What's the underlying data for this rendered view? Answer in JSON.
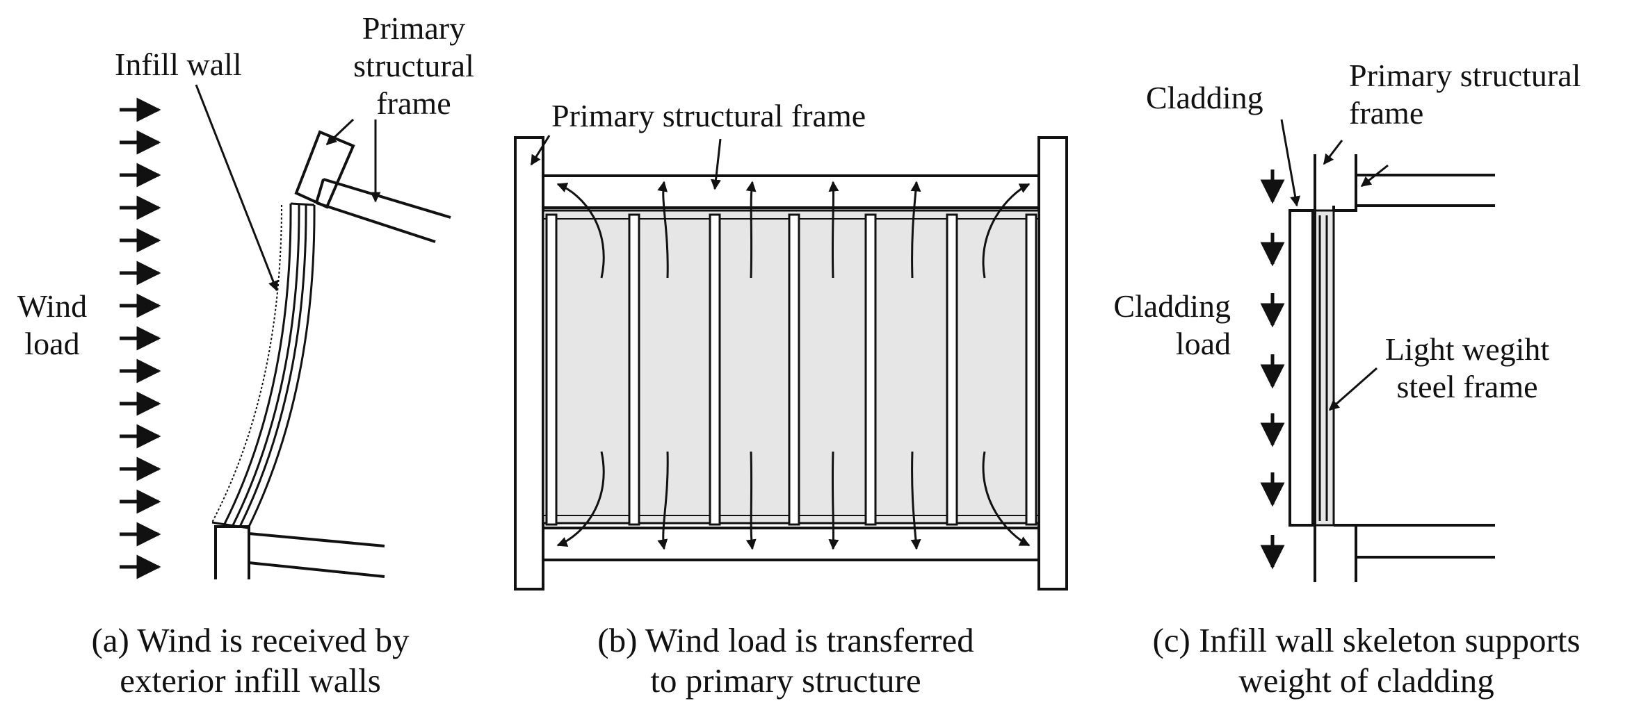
{
  "panel_a": {
    "infill_wall_label": "Infill wall",
    "frame_label_1": "Primary",
    "frame_label_2": "structural",
    "frame_label_3": "frame",
    "wind_label_1": "Wind",
    "wind_label_2": "load",
    "caption_1": "(a) Wind is received by",
    "caption_2": "exterior infill walls"
  },
  "panel_b": {
    "frame_label": "Primary structural frame",
    "caption_1": "(b) Wind load is transferred",
    "caption_2": "to primary structure"
  },
  "panel_c": {
    "cladding_label": "Cladding",
    "frame_label_1": "Primary structural",
    "frame_label_2": "frame",
    "cladding_load_1": "Cladding",
    "cladding_load_2": "load",
    "steel_label_1": "Light wegiht",
    "steel_label_2": "steel frame",
    "caption_1": "(c) Infill wall skeleton supports",
    "caption_2": "weight of cladding"
  },
  "colors": {
    "line": "#111111",
    "fill": "#e6e6e6"
  }
}
